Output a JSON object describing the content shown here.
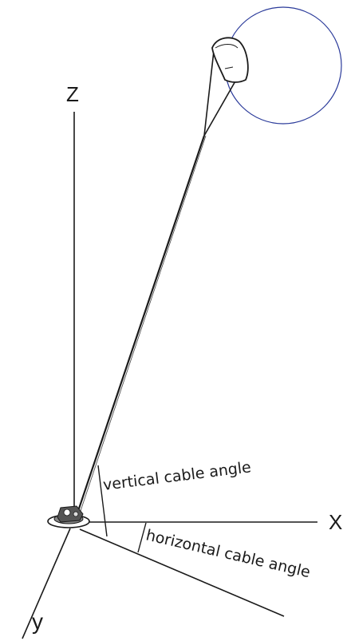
{
  "axes": {
    "z_label": "Z",
    "x_label": "X",
    "y_label": "y"
  },
  "annotations": {
    "vertical_angle_label": "vertical cable angle",
    "horizontal_angle_label": "horizontal cable angle"
  },
  "colors": {
    "ink": "#1a1a1a",
    "flight_circle": "#2a3a9a",
    "kite_fill": "#ffffff",
    "ground_station": "#555555"
  }
}
